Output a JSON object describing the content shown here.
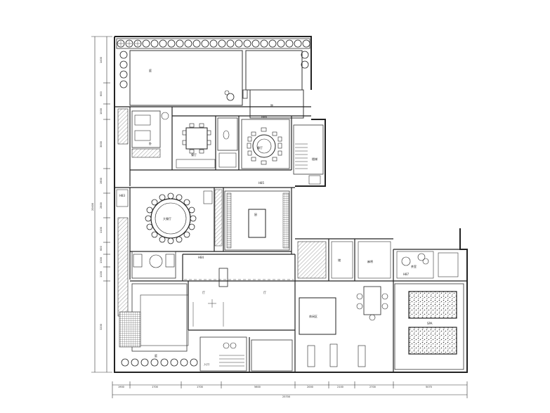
{
  "drawing": {
    "type": "architectural floor plan",
    "wall_color": "#333333",
    "hatch_color": "#555555"
  },
  "dimensions": {
    "left": [
      "1400",
      "600",
      "1000",
      "3000",
      "1900",
      "2800",
      "1100",
      "600",
      "1300",
      "1100",
      "3200"
    ],
    "left_total": "20400",
    "bottom": [
      "1900",
      "1700",
      "1700",
      "5600",
      "2000",
      "2100",
      "2700",
      "5070"
    ],
    "bottom_total": "25700"
  },
  "rooms": {
    "garden_top_left": "庭",
    "yard_top_right": "院",
    "corridor_top": "H86",
    "bedroom_left": "卧",
    "dining_small": "餐厅",
    "dining_large": "餐厅",
    "stair": "楼梯",
    "corridor_mid": "H85",
    "corridor_left": "H83",
    "round_dining": "大餐厅",
    "kitchen": "厨",
    "corridor_lower": "H84",
    "living": "厅",
    "hall": "厅",
    "lounge": "休闲区",
    "storage": "储",
    "mahjong": "麻将",
    "tea": "茶室",
    "corridor_right": "H87",
    "spa": "SPA",
    "garden_bottom": "庭",
    "entry": "入口"
  }
}
